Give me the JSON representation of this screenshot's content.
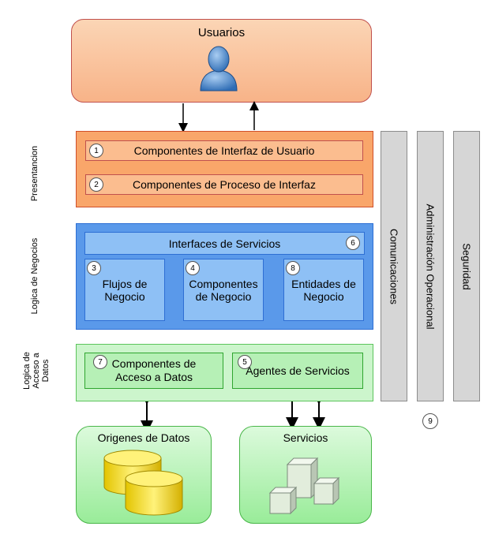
{
  "users": {
    "title": "Usuarios"
  },
  "layer_labels": {
    "presentacion": "Presentancion",
    "negocios": "Logica de Negocios",
    "datos_line1": "Logica de",
    "datos_line2": "Acceso a",
    "datos_line3": "Datos"
  },
  "presentacion": {
    "rows": [
      {
        "num": "1",
        "label": "Componentes de Interfaz de Usuario"
      },
      {
        "num": "2",
        "label": "Componentes de Proceso de Interfaz"
      }
    ]
  },
  "negocios": {
    "interface": {
      "label": "Interfaces de Servicios",
      "num": "6"
    },
    "cards": [
      {
        "num": "3",
        "line1": "Flujos de",
        "line2": "Negocio"
      },
      {
        "num": "4",
        "line1": "Componentes",
        "line2": "de Negocio"
      },
      {
        "num": "8",
        "line1": "Entidades de",
        "line2": "Negocio"
      }
    ]
  },
  "datos": {
    "componentes": {
      "num": "7",
      "line1": "Componentes de",
      "line2": "Acceso a Datos"
    },
    "agentes": {
      "num": "5",
      "label": "Agentes de Servicios"
    }
  },
  "origenes": {
    "title": "Origenes de Datos"
  },
  "servicios": {
    "title": "Servicios"
  },
  "side_columns": {
    "comunicaciones": "Comunicaciones",
    "administracion": "Administración Operacional",
    "seguridad": "Seguridad",
    "num": "9"
  },
  "colors": {
    "users_fill": "#f8b388",
    "presentacion_fill": "#f9a66a",
    "negocios_fill": "#5a99ea",
    "datos_fill": "#ccf5cc",
    "side_fill": "#d6d6d6"
  },
  "icons": [
    "user-icon",
    "database-icon",
    "cubes-icon",
    "arrow-icon"
  ]
}
